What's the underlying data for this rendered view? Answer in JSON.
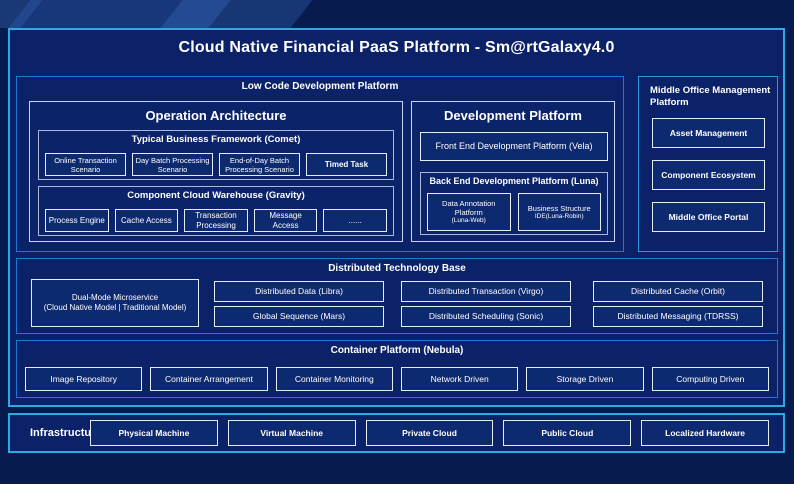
{
  "title": "Cloud Native Financial PaaS Platform - Sm@rtGalaxy4.0",
  "low_code": {
    "label": "Low Code Development Platform",
    "operation_architecture": {
      "title": "Operation Architecture",
      "typical_business_framework": {
        "label": "Typical Business Framework (Comet)",
        "items": [
          "Online Transaction Scenario",
          "Day Batch Processing Scenario",
          "End-of-Day Batch Processing Scenario",
          "Timed Task"
        ]
      },
      "component_cloud_warehouse": {
        "label": "Component Cloud Warehouse (Gravity)",
        "items": [
          "Process Engine",
          "Cache Access",
          "Transaction Processing",
          "Message Access",
          "......"
        ]
      }
    },
    "development_platform": {
      "title": "Development Platform",
      "front_end_label": "Front End Development Platform (Vela)",
      "back_end": {
        "label": "Back End Development Platform (Luna)",
        "items": [
          {
            "name": "Data Annotation Platform",
            "sub": "(Luna-Web)"
          },
          {
            "name": "Business Structure",
            "sub": "IDE(Luna-Robin)"
          }
        ]
      }
    }
  },
  "middle_office": {
    "label": "Middle Office Management Platform",
    "items": [
      "Asset Management",
      "Component Ecosystem",
      "Middle Office Portal"
    ]
  },
  "distributed_technology_base": {
    "label": "Distributed Technology Base",
    "dual_mode_line1": "Dual-Mode Microservice",
    "dual_mode_line2": "(Cloud Native Model | Traditional Model)",
    "items": [
      "Distributed Data (Libra)",
      "Distributed Transaction (Virgo)",
      "Distributed Cache (Orbit)",
      "Global Sequence (Mars)",
      "Distributed Scheduling (Sonic)",
      "Distributed Messaging (TDRSS)"
    ]
  },
  "container_platform": {
    "label": "Container Platform (Nebula)",
    "items": [
      "Image Repository",
      "Container Arrangement",
      "Container Monitoring",
      "Network Driven",
      "Storage Driven",
      "Computing Driven"
    ]
  },
  "infrastructure": {
    "label": "Infrastructure",
    "items": [
      "Physical Machine",
      "Virtual Machine",
      "Private Cloud",
      "Public Cloud",
      "Localized Hardware"
    ]
  },
  "colors": {
    "page_bg": "#081B4F",
    "panel_bg": "#0B2268",
    "accent_border": "#2FA9E2",
    "section_border": "#1D78D8",
    "group_border": "#A9BAD9",
    "item_border": "#E4ECF8",
    "text": "#FFFFFF"
  }
}
